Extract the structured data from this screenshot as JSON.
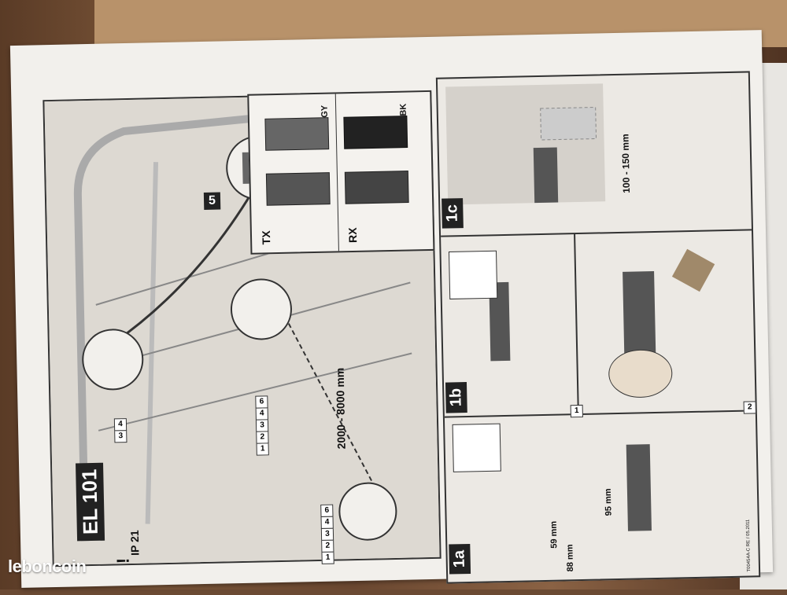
{
  "model": "EL 101",
  "ip_rating": "IP 21",
  "warning_symbol": "!",
  "step_labels": {
    "s1a": "1a",
    "s1b": "1b",
    "s1c": "1c",
    "s5": "5"
  },
  "sub_steps": {
    "one": "1",
    "two": "2"
  },
  "sensor_labels": {
    "tx": "TX",
    "rx": "RX",
    "gy": "GY",
    "bk": "BK"
  },
  "dimensions": {
    "range": "2000 - 8000 mm",
    "offset": "100 - 150 mm",
    "d95": "95 mm",
    "d59": "59 mm",
    "d88": "88 mm"
  },
  "box_groups": {
    "a": [
      "3",
      "4"
    ],
    "b": [
      "1",
      "2",
      "3",
      "4",
      "6"
    ],
    "c": [
      "1",
      "2",
      "3",
      "4",
      "6"
    ]
  },
  "doc_code": "T00454A-C RE / 05.2011",
  "watermark": "leboncoin"
}
